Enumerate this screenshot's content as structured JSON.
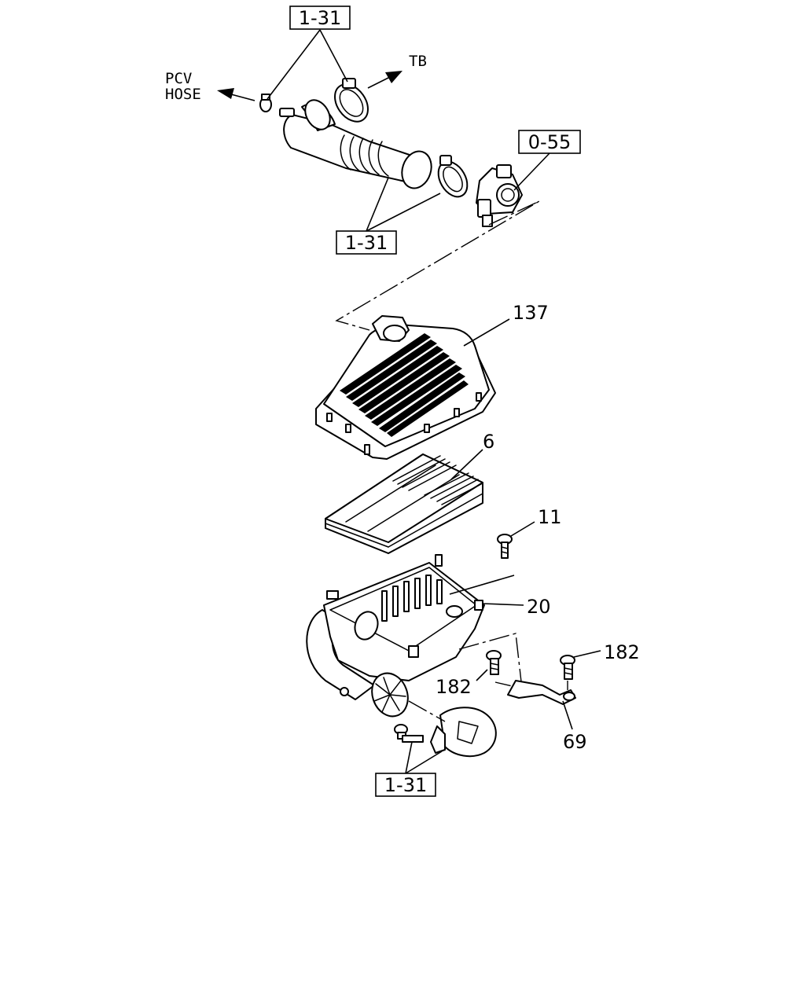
{
  "refs": {
    "top": "1-31",
    "hose": "1-31",
    "sensor": "0-55",
    "bottom": "1-31"
  },
  "labels": {
    "pcv_line1": "PCV",
    "pcv_line2": "HOSE",
    "tb": "TB"
  },
  "parts": {
    "cover": "137",
    "element": "6",
    "screw": "11",
    "housing": "20",
    "bolt_right": "182",
    "bolt_left": "182",
    "bracket": "69"
  }
}
